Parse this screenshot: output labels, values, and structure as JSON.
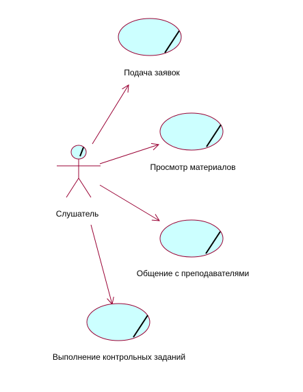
{
  "diagram": {
    "actor": {
      "label": "Слушатель"
    },
    "use_cases": [
      {
        "label": "Подача заявок"
      },
      {
        "label": "Просмотр материалов"
      },
      {
        "label": "Общение с преподавателями"
      },
      {
        "label": "Выполнение контрольных заданий"
      }
    ],
    "colors": {
      "use_case_fill": "#ccffff",
      "outline": "#990033",
      "marker": "#000000",
      "arrow": "#990033",
      "actor_head_fill": "#ccffff",
      "text": "#000000"
    }
  }
}
